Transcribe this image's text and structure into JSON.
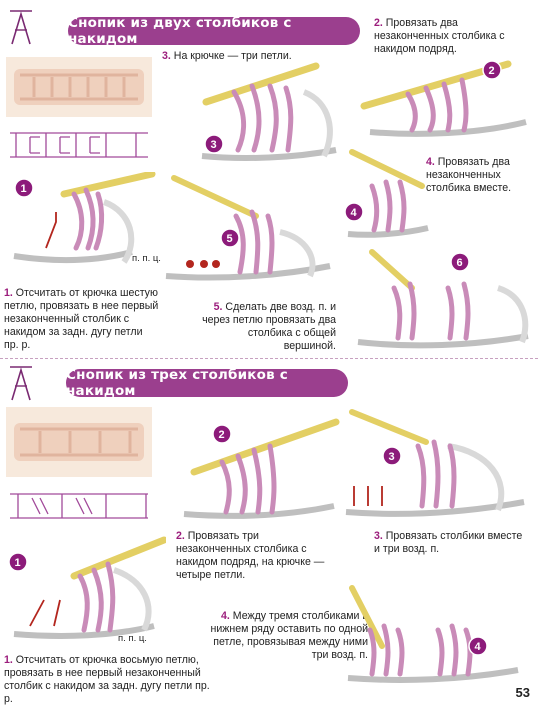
{
  "section1": {
    "title": "Снопик из двух столбиков с накидом",
    "caption1_num": "1.",
    "caption1": "Отсчитать от крючка шестую петлю, провязать в нее первый незаконченный столбик с накидом за задн. дугу петли пр. р.",
    "caption2_num": "2.",
    "caption2": "Провязать два незаконченных столбика с накидом подряд.",
    "caption3_num": "3.",
    "caption3": "На крючке — три петли.",
    "caption4_num": "4.",
    "caption4": "Провязать два незаконченных столбика вместе.",
    "caption5_num": "5.",
    "caption5": "Сделать две возд. п. и через петлю провязать два столбика с общей вершиной.",
    "label_ppc": "п. п. ц."
  },
  "section2": {
    "title": "Снопик из трех столбиков с накидом",
    "caption1_num": "1.",
    "caption1": "Отсчитать от крючка восьмую петлю, провязать в нее первый незаконченный столбик с накидом за задн. дугу петли пр. р.",
    "caption2_num": "2.",
    "caption2": "Провязать три незаконченных столбика с накидом подряд, на крючке — четыре петли.",
    "caption3_num": "3.",
    "caption3": "Провязать столбики вместе и три возд. п.",
    "caption4_num": "4.",
    "caption4": "Между тремя столбиками в нижнем ряду оставить по одной петле, провязывая между ними три возд. п.",
    "label_ppc": "п. п. ц."
  },
  "page_number": "53",
  "colors": {
    "banner": "#9b3f8e",
    "yarn": "#c98bb8",
    "hook": "#f0e27a",
    "accent": "#8c1b7a",
    "arrow": "#b3261e"
  }
}
